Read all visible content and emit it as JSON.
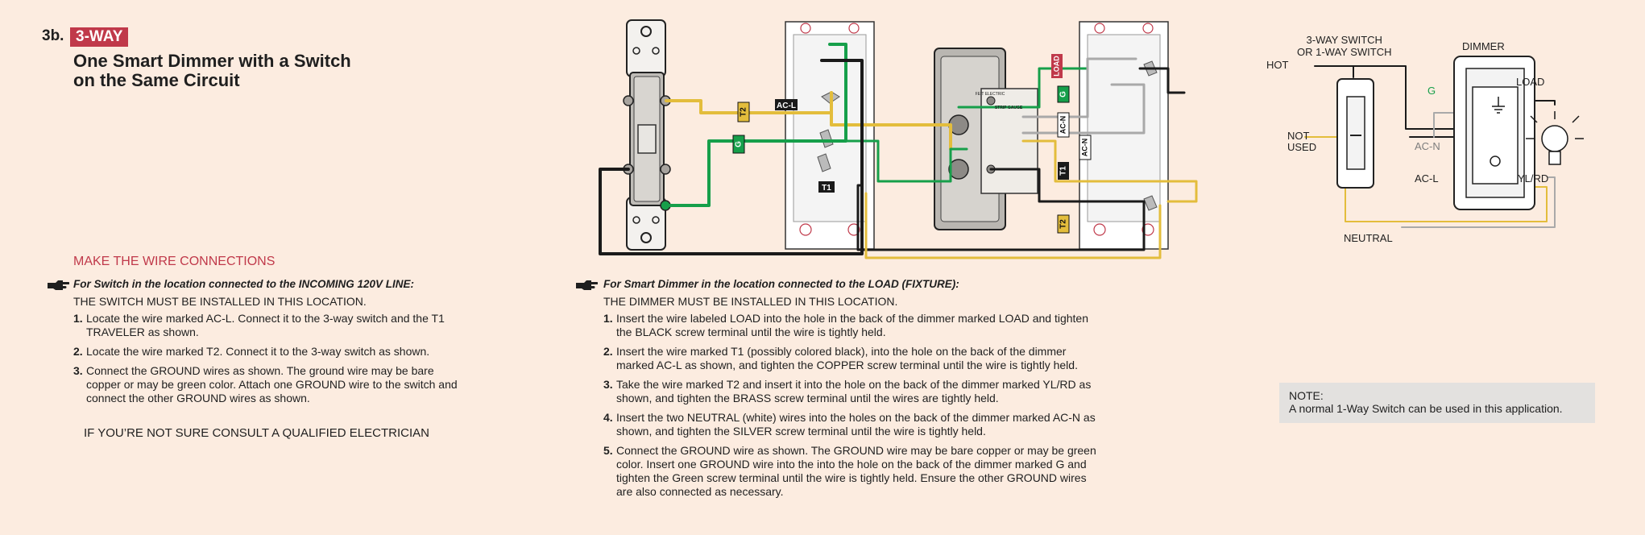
{
  "header": {
    "step_number": "3b.",
    "step_badge": "3-WAY",
    "title_line1": "One Smart Dimmer with a Switch",
    "title_line2": "on the Same Circuit"
  },
  "section_heading": "MAKE THE WIRE CONNECTIONS",
  "switch_instructions": {
    "title": "For Switch in the location connected to the INCOMING 120V LINE:",
    "must": "THE SWITCH MUST BE INSTALLED IN THIS LOCATION.",
    "steps": [
      {
        "num": "1.",
        "text": "Locate the wire marked AC-L. Connect it to the 3-way switch and the T1 TRAVELER as shown."
      },
      {
        "num": "2.",
        "text": "Locate the wire marked T2. Connect it to the 3-way switch as shown."
      },
      {
        "num": "3.",
        "text": "Connect the GROUND wires as shown.  The ground wire may be bare copper or may be green color. Attach one GROUND wire to the switch and connect the other GROUND wires as shown."
      }
    ],
    "consult": "IF YOU’RE NOT SURE CONSULT A QUALIFIED ELECTRICIAN"
  },
  "dimmer_instructions": {
    "title": "For Smart Dimmer in the location connected to the LOAD (FIXTURE):",
    "must": "THE DIMMER MUST BE INSTALLED IN THIS LOCATION.",
    "steps": [
      {
        "num": "1.",
        "text": "Insert the wire labeled LOAD into the hole in the back of the dimmer marked LOAD and tighten the BLACK screw terminal until the wire is tightly held."
      },
      {
        "num": "2.",
        "text": "Insert the wire marked T1 (possibly colored black), into the hole on the back of the dimmer marked AC-L as shown, and tighten the COPPER screw terminal until the wire is tightly held."
      },
      {
        "num": "3.",
        "text": "Take the wire marked T2 and insert it into the hole on the back of the dimmer marked YL/RD as shown, and tighten the BRASS screw terminal until the wires are tightly held."
      },
      {
        "num": "4.",
        "text": "Insert the two NEUTRAL (white) wires into the holes on the back of the dimmer marked AC-N as shown, and tighten the SILVER screw terminal until the wire is tightly held."
      },
      {
        "num": "5.",
        "text": "Connect the GROUND wire as shown. The GROUND wire may be bare copper or may be green color. Insert one GROUND wire into the into the hole on the back of the dimmer marked G and tighten the Green screw terminal until the wire is tightly held. Ensure the other GROUND wires are also connected as necessary."
      }
    ]
  },
  "wiring_tags": {
    "t2": "T2",
    "g": "G",
    "acl": "AC-L",
    "t1": "T1",
    "load": "LOAD",
    "acn": "AC-N",
    "strip_gauge": "STRIP GAUGE",
    "brand": "FEIT ELECTRIC"
  },
  "schematic": {
    "switch_label_line1": "3-WAY SWITCH",
    "switch_label_line2": "OR 1-WAY SWITCH",
    "dimmer_label": "DIMMER",
    "hot": "HOT",
    "not_used_line1": "NOT",
    "not_used_line2": "USED",
    "g": "G",
    "ac_n": "AC-N",
    "ac_l": "AC-L",
    "load": "LOAD",
    "yl_rd": "YL/RD",
    "neutral": "NEUTRAL"
  },
  "note": {
    "label": "NOTE:",
    "text": "A normal 1-Way Switch can be used in this application."
  },
  "colors": {
    "background": "#fcece0",
    "accent_red": "#c0394a",
    "wire_black": "#1a1a1a",
    "wire_yellow": "#e3bd3c",
    "wire_green": "#169f4a",
    "wire_gray": "#a9a9a9",
    "note_bg": "#e3e1df"
  }
}
